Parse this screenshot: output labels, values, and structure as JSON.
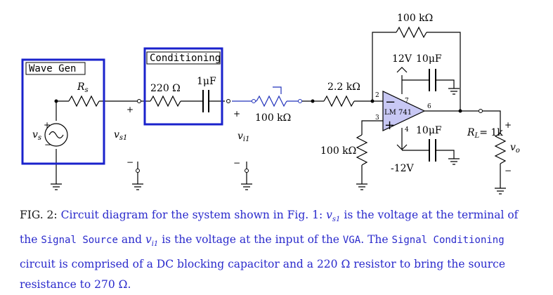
{
  "circuit": {
    "wave_gen_label": "Wave Gen",
    "conditioning_label": "Conditioning",
    "rs": "R",
    "rs_sub": "s",
    "vs": "v",
    "vs_sub": "s",
    "vs1": "v",
    "vs1_sub": "s1",
    "vi1": "v",
    "vi1_sub": "i1",
    "vo": "v",
    "vo_sub": "o",
    "plus": "+",
    "minus": "−",
    "r_220": "220 Ω",
    "c_1uf": "1μF",
    "pot_100k": "100 kΩ",
    "r_2_2k": "2.2 kΩ",
    "r_feedback": "100 kΩ",
    "r_bias": "100 kΩ",
    "v_pos": "12V",
    "v_neg": "-12V",
    "c_top": "10μF",
    "c_bottom": "10μF",
    "opamp": "LM 741",
    "pin2": "2",
    "pin3": "3",
    "pin4": "4",
    "pin6": "6",
    "pin7": "7",
    "rl": "R",
    "rl_sub": "L",
    "rl_value": "= 1k"
  },
  "caption": {
    "lead": "FIG. 2:",
    "t1": "Circuit diagram for the system shown in Fig. 1:",
    "vs1_sym": "v",
    "vs1_sub": "s1",
    "t2": "is the voltage at the terminal of the",
    "signal_source": "Signal Source",
    "t3": "and",
    "vi1_sym": "v",
    "vi1_sub": "i1",
    "t4": "is the voltage at the input of the",
    "vga": "VGA",
    "t5": ". The",
    "signal_conditioning": "Signal Conditioning",
    "t6": "circuit is comprised of a DC blocking capacitor and a 220 Ω resistor to bring the source resistance to 270 Ω."
  }
}
